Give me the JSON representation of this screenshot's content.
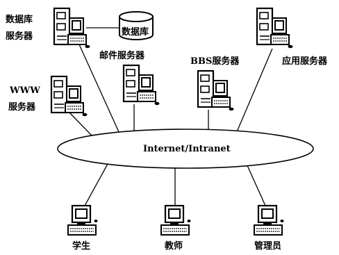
{
  "network": {
    "label": "Internet/Intranet"
  },
  "nodes": {
    "db_server": {
      "label_line1": "数据库",
      "label_line2": "服务器",
      "icon": "server-icon"
    },
    "database": {
      "label": "数据库",
      "icon": "database-icon"
    },
    "mail_server": {
      "label": "邮件服务器",
      "icon": "server-icon"
    },
    "bbs_server": {
      "label": "BBS服务器",
      "icon": "server-icon"
    },
    "app_server": {
      "label": "应用服务器",
      "icon": "server-icon"
    },
    "www_server": {
      "label_line1": "WWW",
      "label_line2": "服务器",
      "icon": "server-icon"
    },
    "student": {
      "label": "学生",
      "icon": "workstation-icon"
    },
    "teacher": {
      "label": "教师",
      "icon": "workstation-icon"
    },
    "admin": {
      "label": "管理员",
      "icon": "workstation-icon"
    }
  }
}
